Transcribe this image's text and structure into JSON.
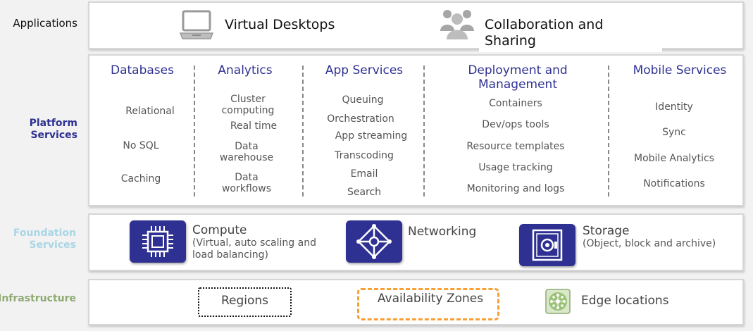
{
  "layers": {
    "applications": "Applications",
    "platform": "Platform\nServices",
    "foundation": "Foundation\nServices",
    "infrastructure": "Infrastructure"
  },
  "applications": {
    "virtual_desktops": "Virtual Desktops",
    "collaboration": "Collaboration and\nSharing"
  },
  "platform": {
    "databases": {
      "title": "Databases",
      "items": [
        "Relational",
        "No SQL",
        "Caching"
      ]
    },
    "analytics": {
      "title": "Analytics",
      "items": [
        "Cluster\ncomputing",
        "Real time",
        "Data\nwarehouse",
        "Data\nworkflows"
      ]
    },
    "app_services": {
      "title": "App Services",
      "items": [
        "Queuing",
        "Orchestration",
        "App streaming",
        "Transcoding",
        "Email",
        "Search"
      ]
    },
    "deployment": {
      "title": "Deployment and\nManagement",
      "items": [
        "Containers",
        "Dev/ops tools",
        "Resource templates",
        "Usage tracking",
        "Monitoring and logs"
      ]
    },
    "mobile": {
      "title": "Mobile Services",
      "items": [
        "Identity",
        "Sync",
        "Mobile Analytics",
        "Notifications"
      ]
    }
  },
  "foundation": {
    "compute": {
      "title": "Compute",
      "desc": "(Virtual, auto scaling and\nload balancing)"
    },
    "networking": {
      "title": "Networking"
    },
    "storage": {
      "title": "Storage",
      "desc": "(Object, block and archive)"
    }
  },
  "infrastructure": {
    "regions": "Regions",
    "availability_zones": "Availability Zones",
    "edge_locations": "Edge locations"
  },
  "colors": {
    "applications_label": "#111111",
    "platform_label": "#2e3192",
    "foundation_label": "#a9d6e5",
    "infrastructure_label": "#8faa72",
    "icon_blue": "#2e3192",
    "zone_orange": "#f7a036"
  }
}
